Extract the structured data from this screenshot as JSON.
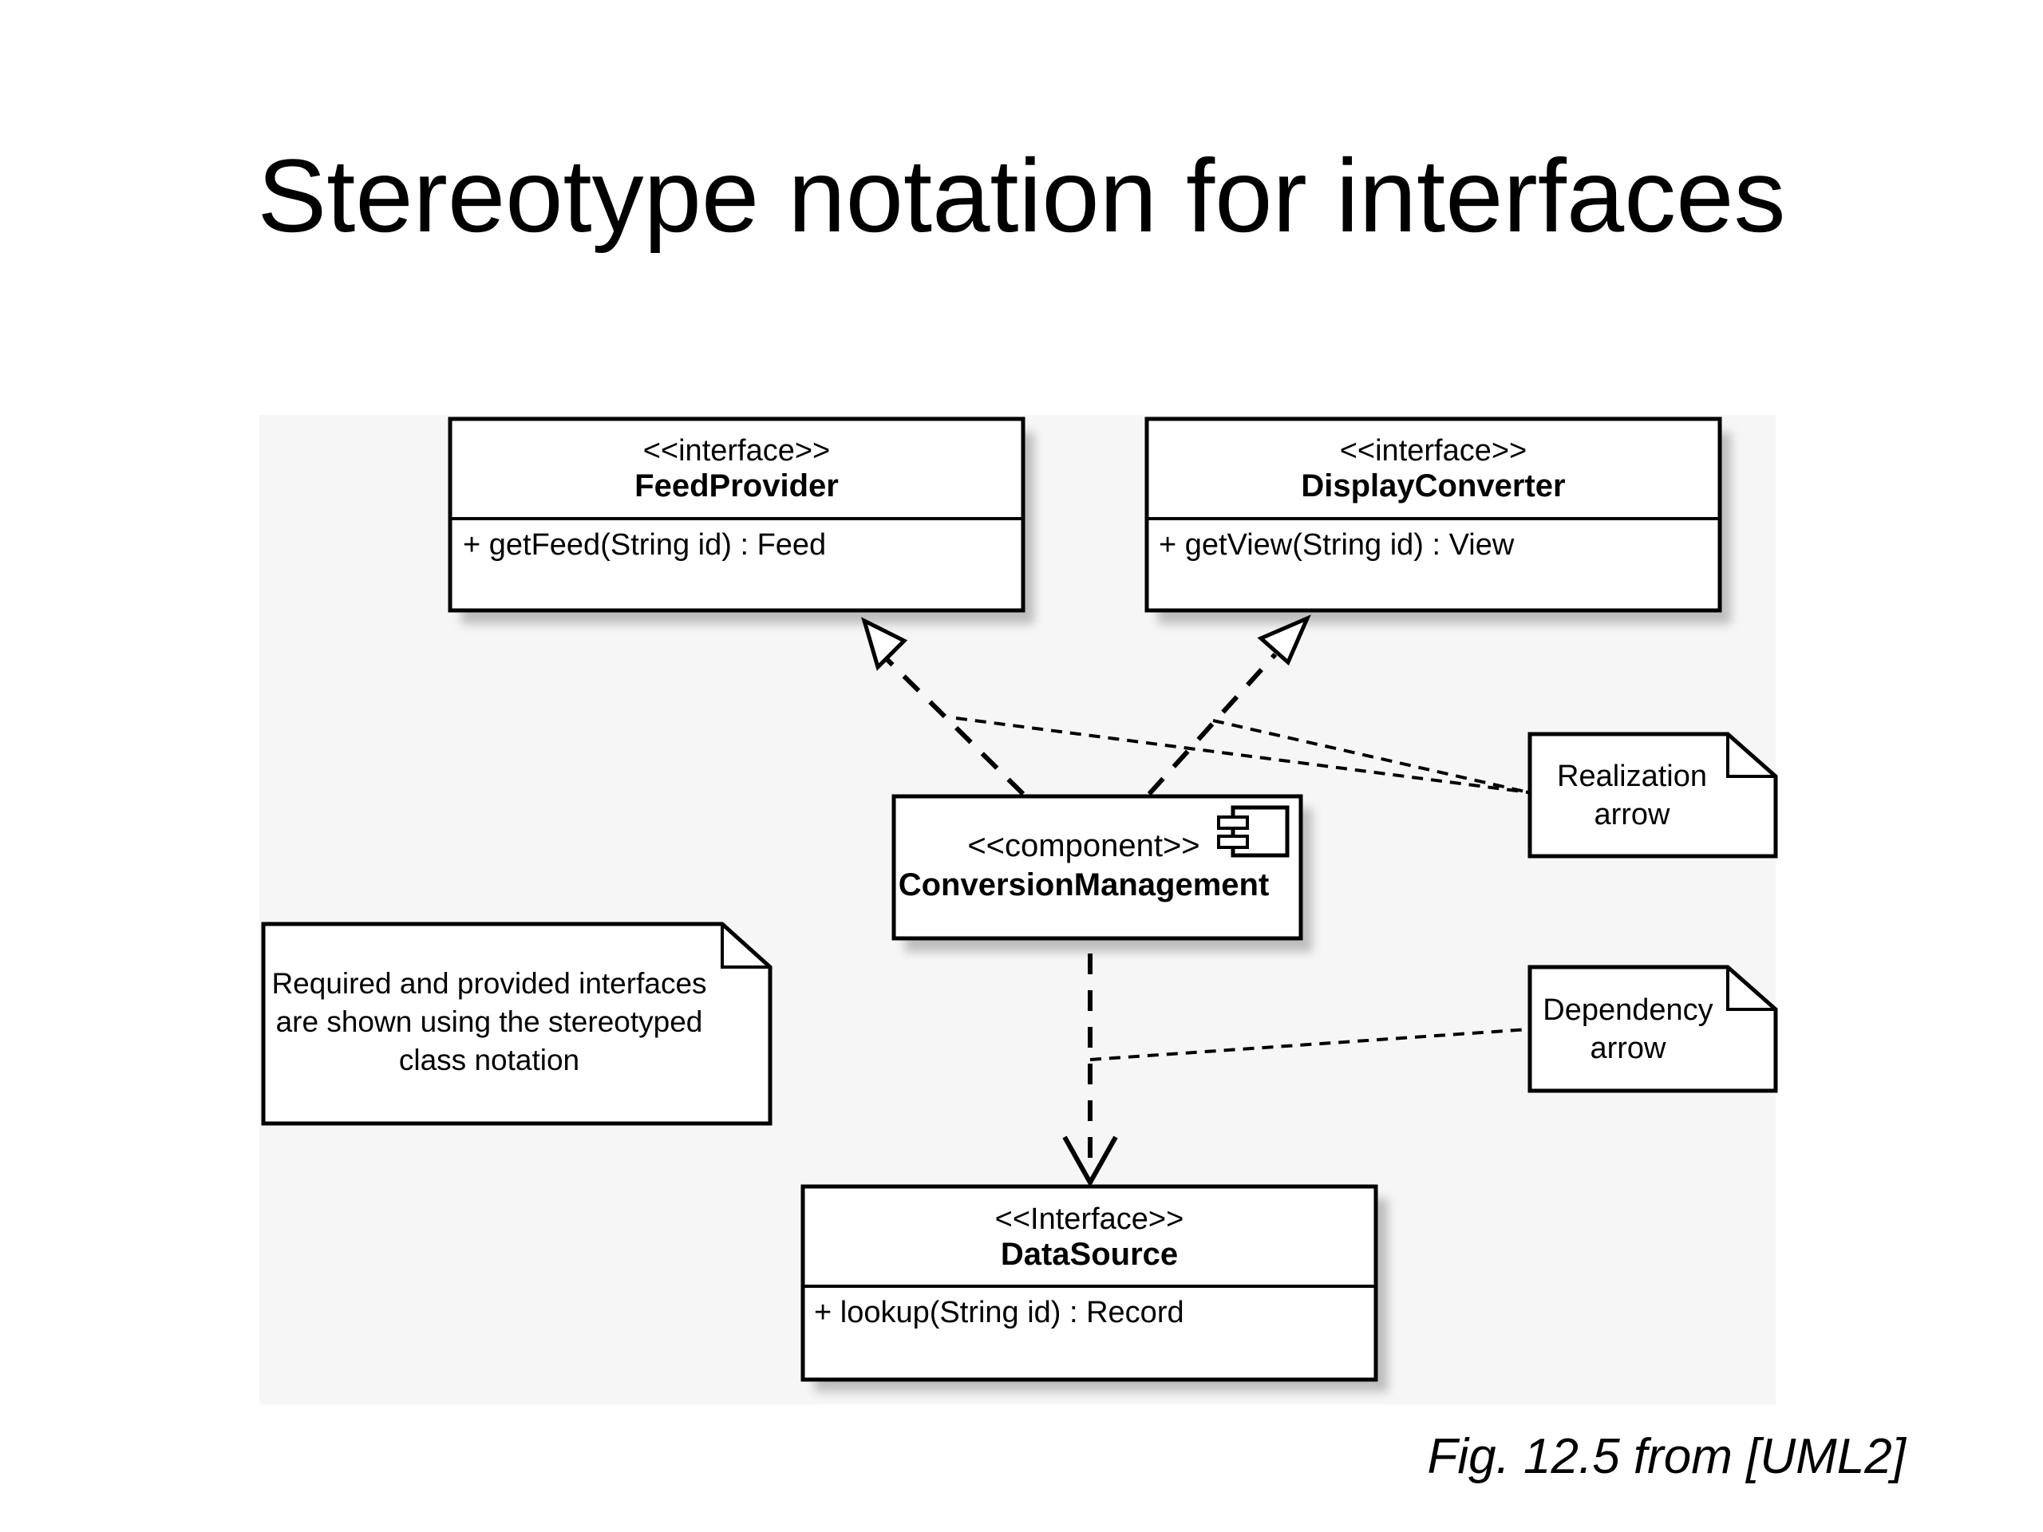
{
  "slide": {
    "title": "Stereotype notation for interfaces",
    "caption": "Fig. 12.5 from [UML2]"
  },
  "diagram": {
    "feed_provider": {
      "stereotype": "<<interface>>",
      "name": "FeedProvider",
      "operation": "+ getFeed(String id) : Feed"
    },
    "display_converter": {
      "stereotype": "<<interface>>",
      "name": "DisplayConverter",
      "operation": "+ getView(String id) : View"
    },
    "conversion_management": {
      "stereotype": "<<component>>",
      "name": "ConversionManagement"
    },
    "data_source": {
      "stereotype": "<<Interface>>",
      "name": "DataSource",
      "operation": "+ lookup(String id) : Record"
    },
    "note_interfaces": {
      "lines": [
        "Required and provided interfaces",
        "are shown using the stereotyped",
        "class notation"
      ]
    },
    "note_realization": {
      "lines": [
        "Realization",
        "arrow"
      ]
    },
    "note_dependency": {
      "lines": [
        "Dependency",
        "arrow"
      ]
    },
    "colors": {
      "diagram_background": "#f6f6f6",
      "shadow": "#bdbdbd",
      "ink": "#000000"
    }
  }
}
